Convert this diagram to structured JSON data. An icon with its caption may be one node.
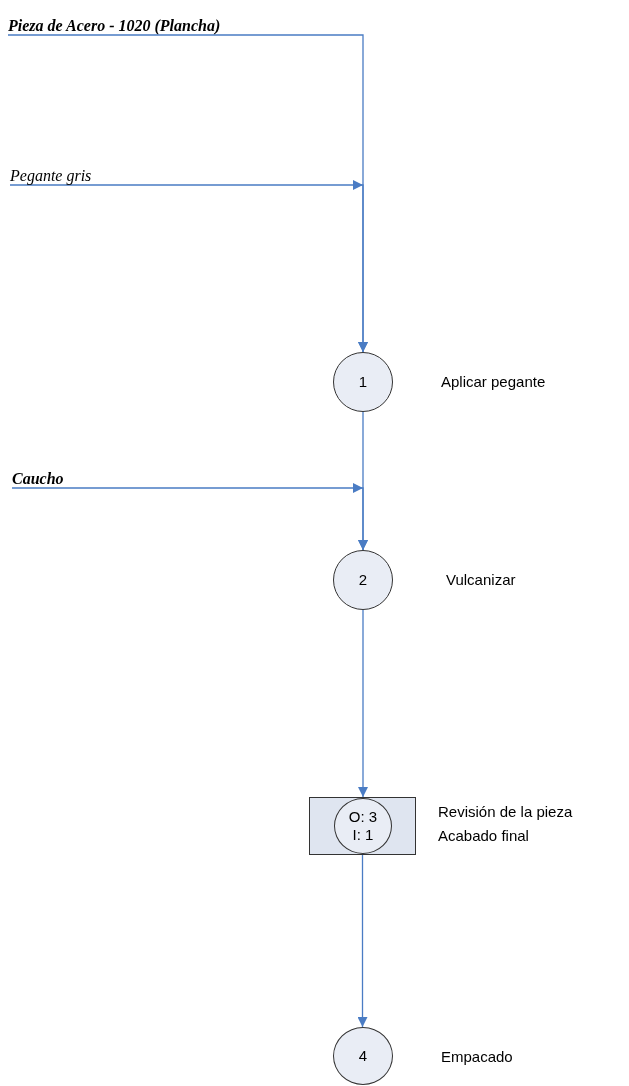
{
  "diagram": {
    "nodes": [
      {
        "text": [
          "Pieza de Acero - 1020 (Plancha)"
        ]
      },
      {
        "text": [
          "Pegante gris"
        ]
      },
      {
        "text": [
          "1"
        ],
        "beside": [
          "Aplicar pegante"
        ]
      },
      {
        "text": [
          "Caucho"
        ]
      },
      {
        "text": [
          "2"
        ],
        "beside": [
          "Vulcanizar"
        ]
      },
      {
        "text": [],
        "shape": "box",
        "beside": [
          "Revisión de la pieza",
          "Acabado final"
        ]
      },
      {
        "text": [
          "O: 3",
          "I: 1"
        ],
        "in": 5
      },
      {
        "text": [
          "4"
        ],
        "beside": [
          "Empacado"
        ]
      }
    ],
    "edges": [
      {
        "from": 0,
        "to": 2,
        "arrow": "to"
      },
      {
        "from": 1,
        "to": 2,
        "arrow": "to"
      },
      {
        "from": 3,
        "to": 4,
        "arrow": "to"
      },
      {
        "from": 2,
        "to": 4,
        "arrow": "to"
      },
      {
        "from": 4,
        "to": 5,
        "arrow": "to"
      },
      {
        "from": 5,
        "to": 7,
        "arrow": "to"
      }
    ]
  }
}
